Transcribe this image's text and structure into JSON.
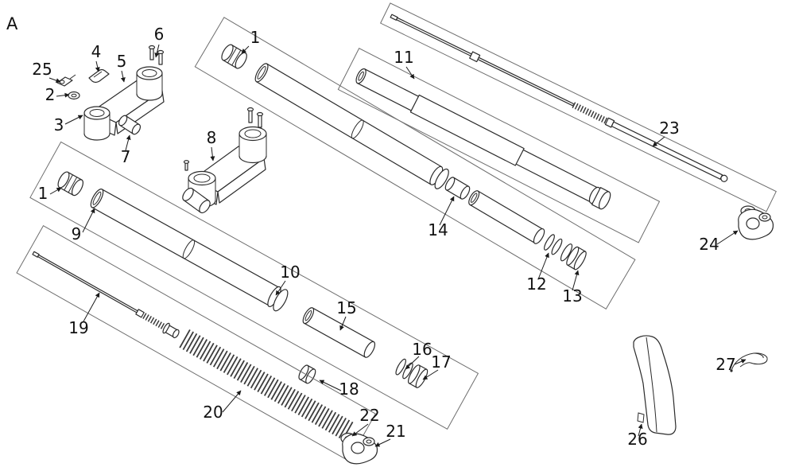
{
  "figure_label": "A",
  "callouts": {
    "c1_top": "1",
    "c1_left": "1",
    "c2": "2",
    "c3": "3",
    "c4": "4",
    "c5": "5",
    "c6": "6",
    "c7": "7",
    "c8": "8",
    "c9": "9",
    "c10": "10",
    "c11": "11",
    "c12": "12",
    "c13": "13",
    "c14": "14",
    "c15": "15",
    "c16": "16",
    "c17": "17",
    "c18": "18",
    "c19": "19",
    "c20": "20",
    "c21": "21",
    "c22": "22",
    "c23": "23",
    "c24": "24",
    "c25": "25",
    "c26": "26",
    "c27": "27"
  }
}
